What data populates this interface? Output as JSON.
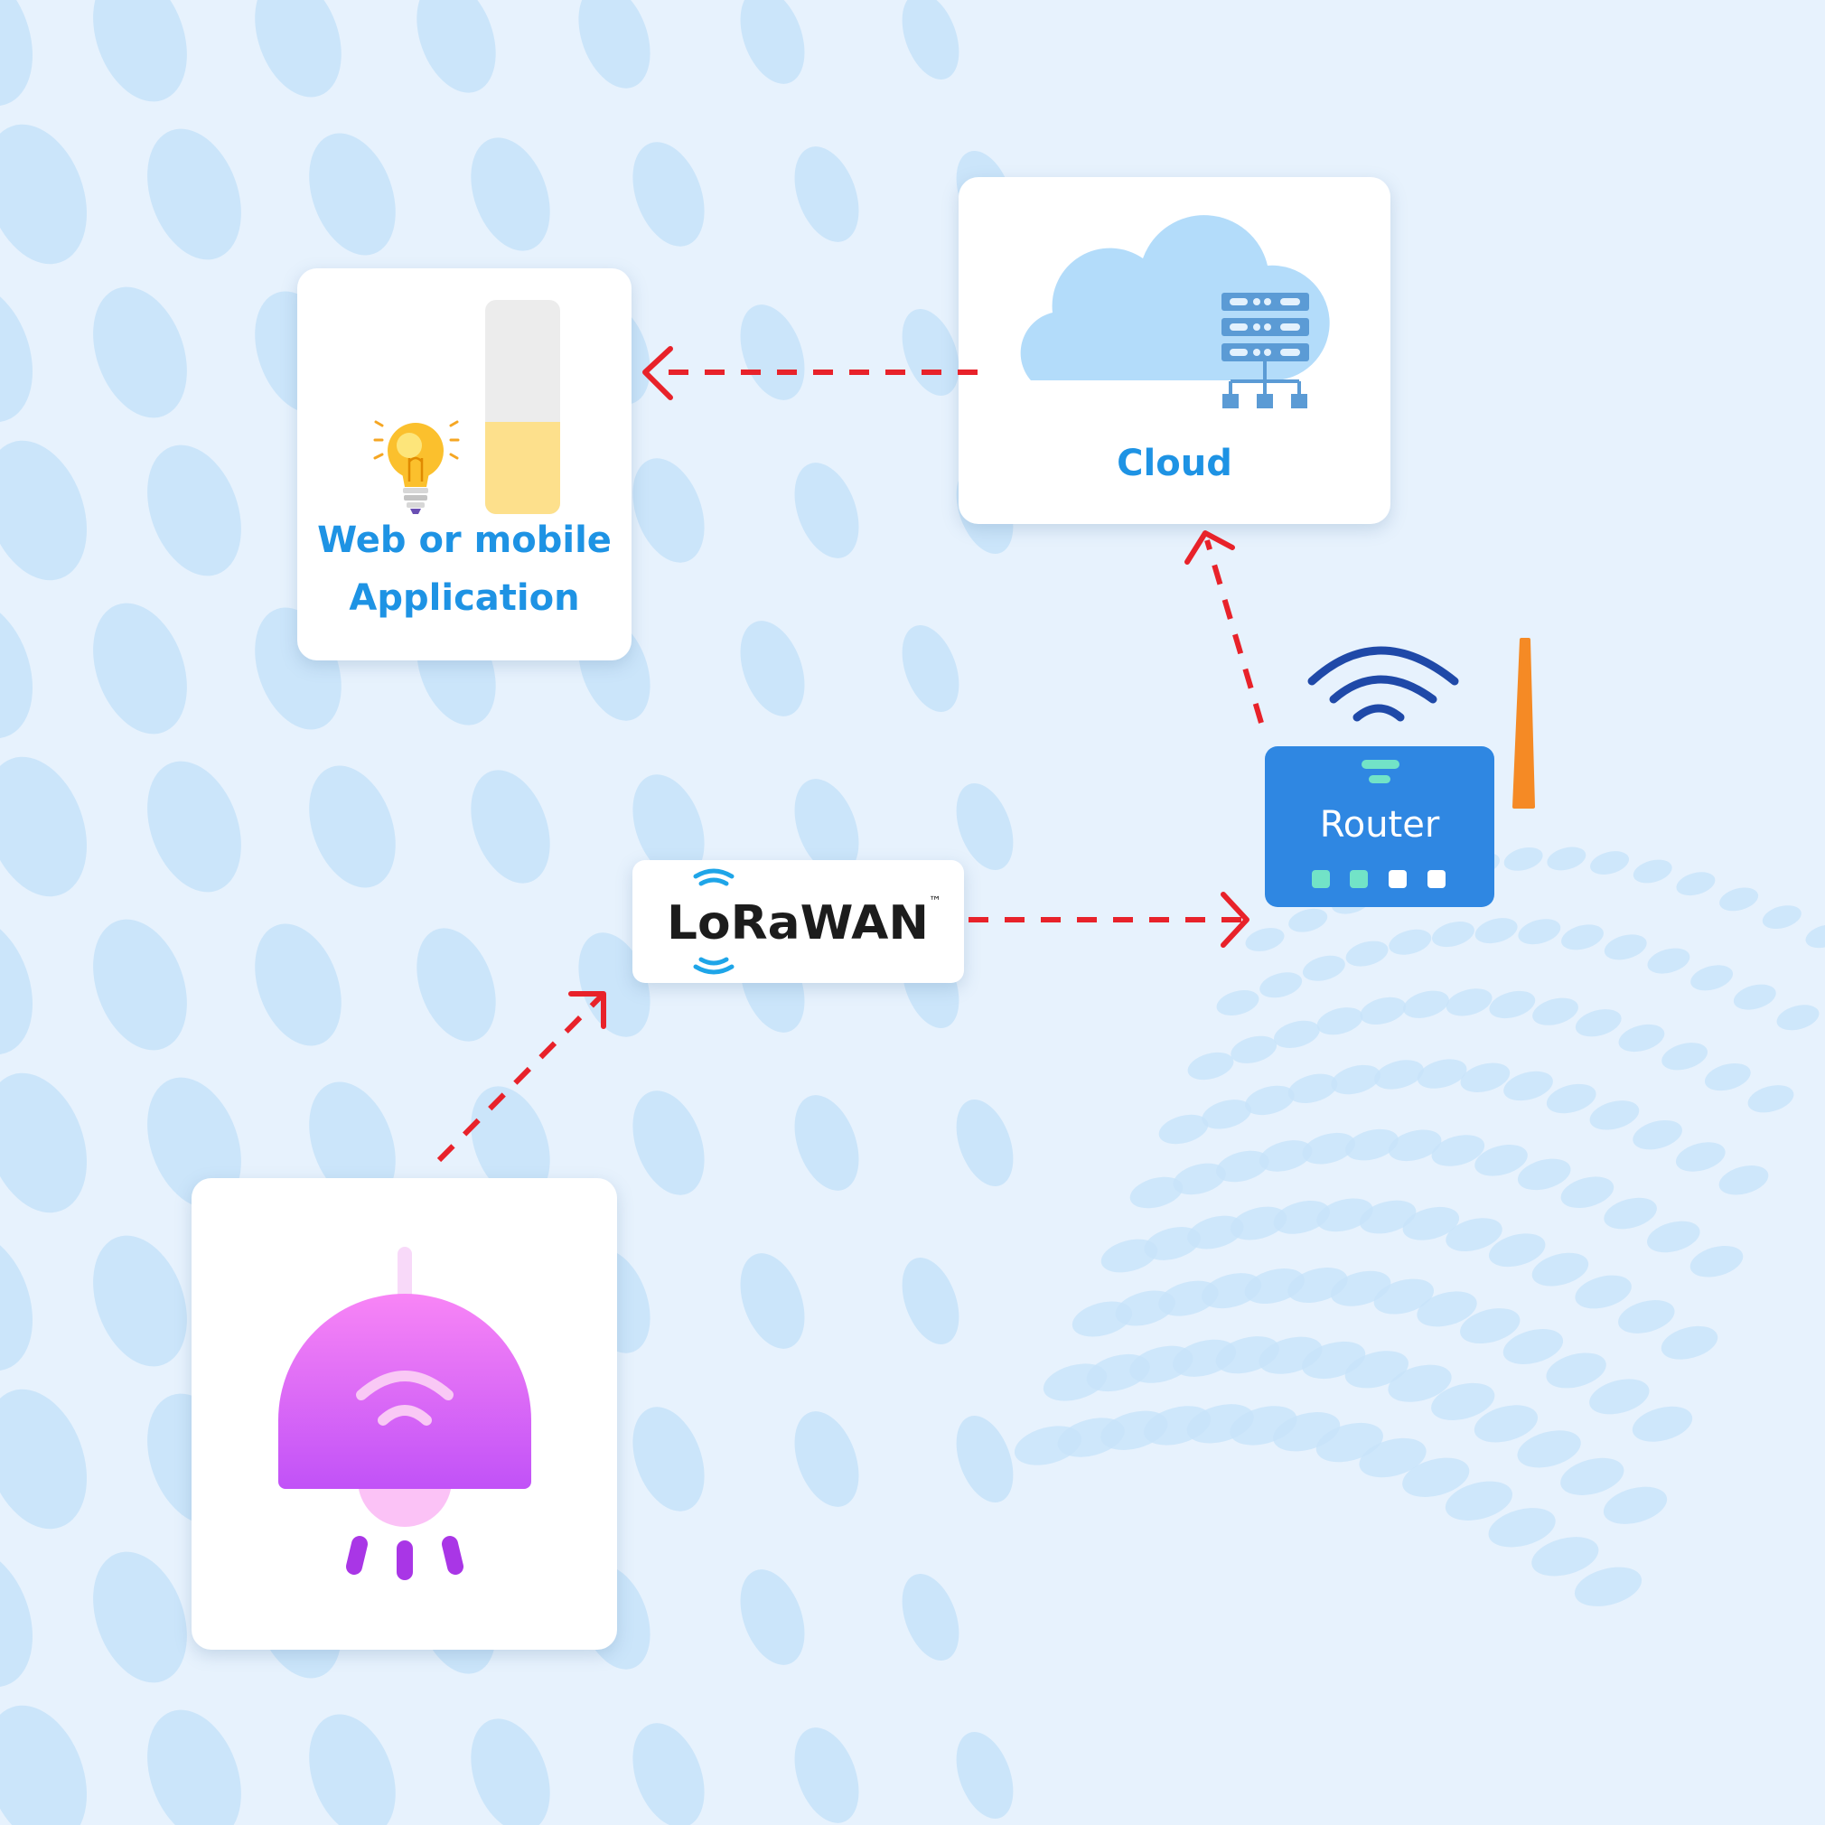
{
  "nodes": {
    "app": {
      "label_line1": "Web or mobile",
      "label_line2": "Application"
    },
    "cloud": {
      "label": "Cloud"
    },
    "lorawan": {
      "logo_text": "LoRaWAN",
      "trademark": "™"
    },
    "router": {
      "label": "Router"
    },
    "device": {
      "icon": "smart-lamp-icon"
    }
  },
  "edges": [
    {
      "from": "device",
      "to": "lorawan"
    },
    {
      "from": "lorawan",
      "to": "router"
    },
    {
      "from": "router",
      "to": "cloud"
    },
    {
      "from": "cloud",
      "to": "app"
    }
  ],
  "colors": {
    "background": "#e7f2fd",
    "pattern_dots": "#c8e3fa",
    "arrow": "#e8222a",
    "label_blue": "#1e93e4",
    "router_body": "#2f87e2",
    "router_wifi": "#1f49a8",
    "antenna": "#f58a25",
    "lamp_pink": "#d95cf7",
    "cloud": "#b3dcfa",
    "server": "#5b9bd5",
    "meter_fill": "#fde08c"
  }
}
